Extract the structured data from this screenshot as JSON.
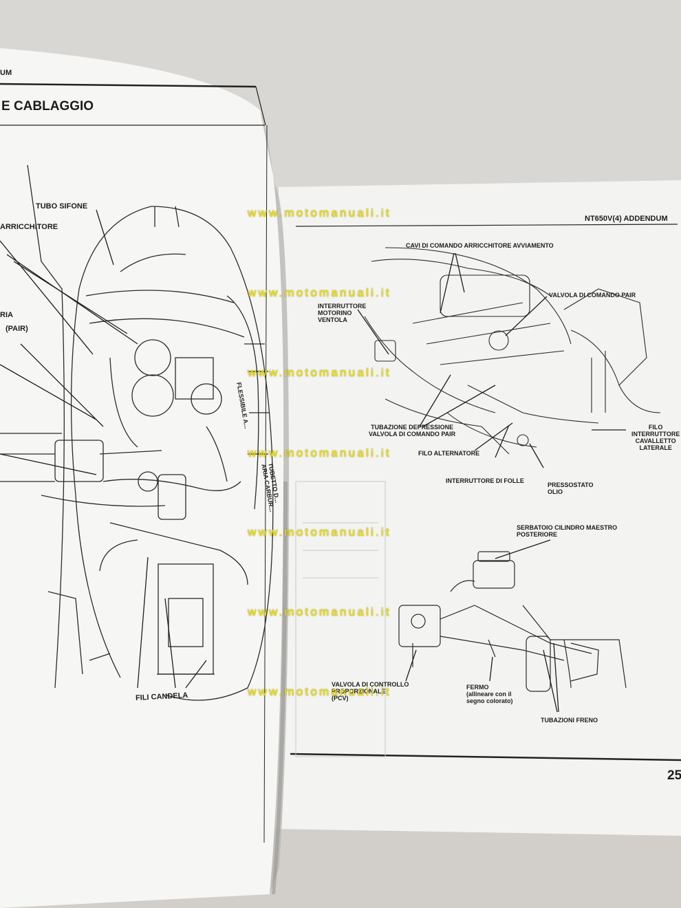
{
  "left_page": {
    "header_fragment": "UM",
    "section_title": "E CABLAGGIO",
    "labels": {
      "tubo_sifone": "TUBO SIFONE",
      "arricchitore": "ARRICCHITORE",
      "ria": "RIA",
      "pair": "(PAIR)",
      "flessibile": "FLESSIBILE A...",
      "tubetto": "TUBETTO D...\nARIA CARBUR...",
      "fili_candela": "FILI CANDELA"
    }
  },
  "right_page": {
    "header": "NT650V(4) ADDENDUM",
    "page_number": "25",
    "labels": {
      "cavi_comando": "CAVI DI COMANDO ARRICCHITORE AVVIAMENTO",
      "interruttore_motorino": "INTERRUTTORE\nMOTORINO\nVENTOLA",
      "valvola_pair": "VALVOLA DI COMANDO PAIR",
      "tubazione_depressione": "TUBAZIONE DEPRESSIONE\nVALVOLA DI COMANDO PAIR",
      "filo_alternatore": "FILO ALTERNATORE",
      "filo_interruttore": "FILO\nINTERRUTTORE\nCAVALLETTO\nLATERALE",
      "interruttore_folle": "INTERRUTTORE DI FOLLE",
      "pressostato": "PRESSOSTATO\nOLIO",
      "serbatoio": "SERBATOIO CILINDRO MAESTRO\nPOSTERIORE",
      "valvola_controllo": "VALVOLA DI CONTROLLO\nPROPORZIONALE\n(PCV)",
      "fermo": "FERMO\n(allineare con il\nsegno colorato)",
      "tubazioni_freno": "TUBAZIONI FRENO"
    }
  },
  "watermark": "www.motomanuali.it",
  "colors": {
    "background": "#dcdad6",
    "paper": "#f4f4f2",
    "ink": "#1c1c1c",
    "watermark": "#f3e600"
  }
}
